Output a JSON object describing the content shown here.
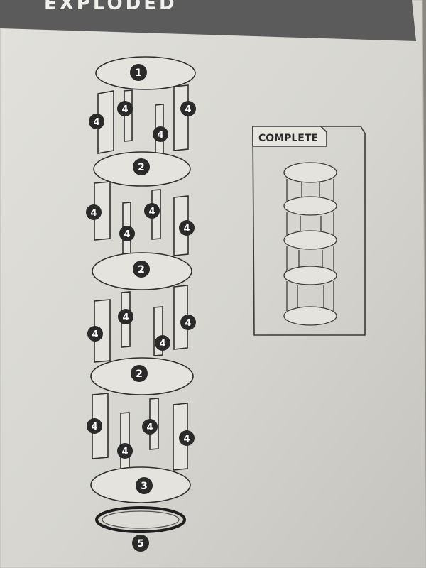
{
  "header": {
    "title": "EXPLODED"
  },
  "complete_box": {
    "label": "COMPLETE"
  },
  "callouts": {
    "top_shelf": "1",
    "middle_shelf": "2",
    "bottom_shelf": "3",
    "panel": "4",
    "rotating_base": "5"
  },
  "colors": {
    "paper": "#d9d8d2",
    "header_band": "#5b5b5b",
    "ink": "#2b2b2b",
    "badge": "#2a2a2a",
    "badge_text": "#ffffff"
  }
}
